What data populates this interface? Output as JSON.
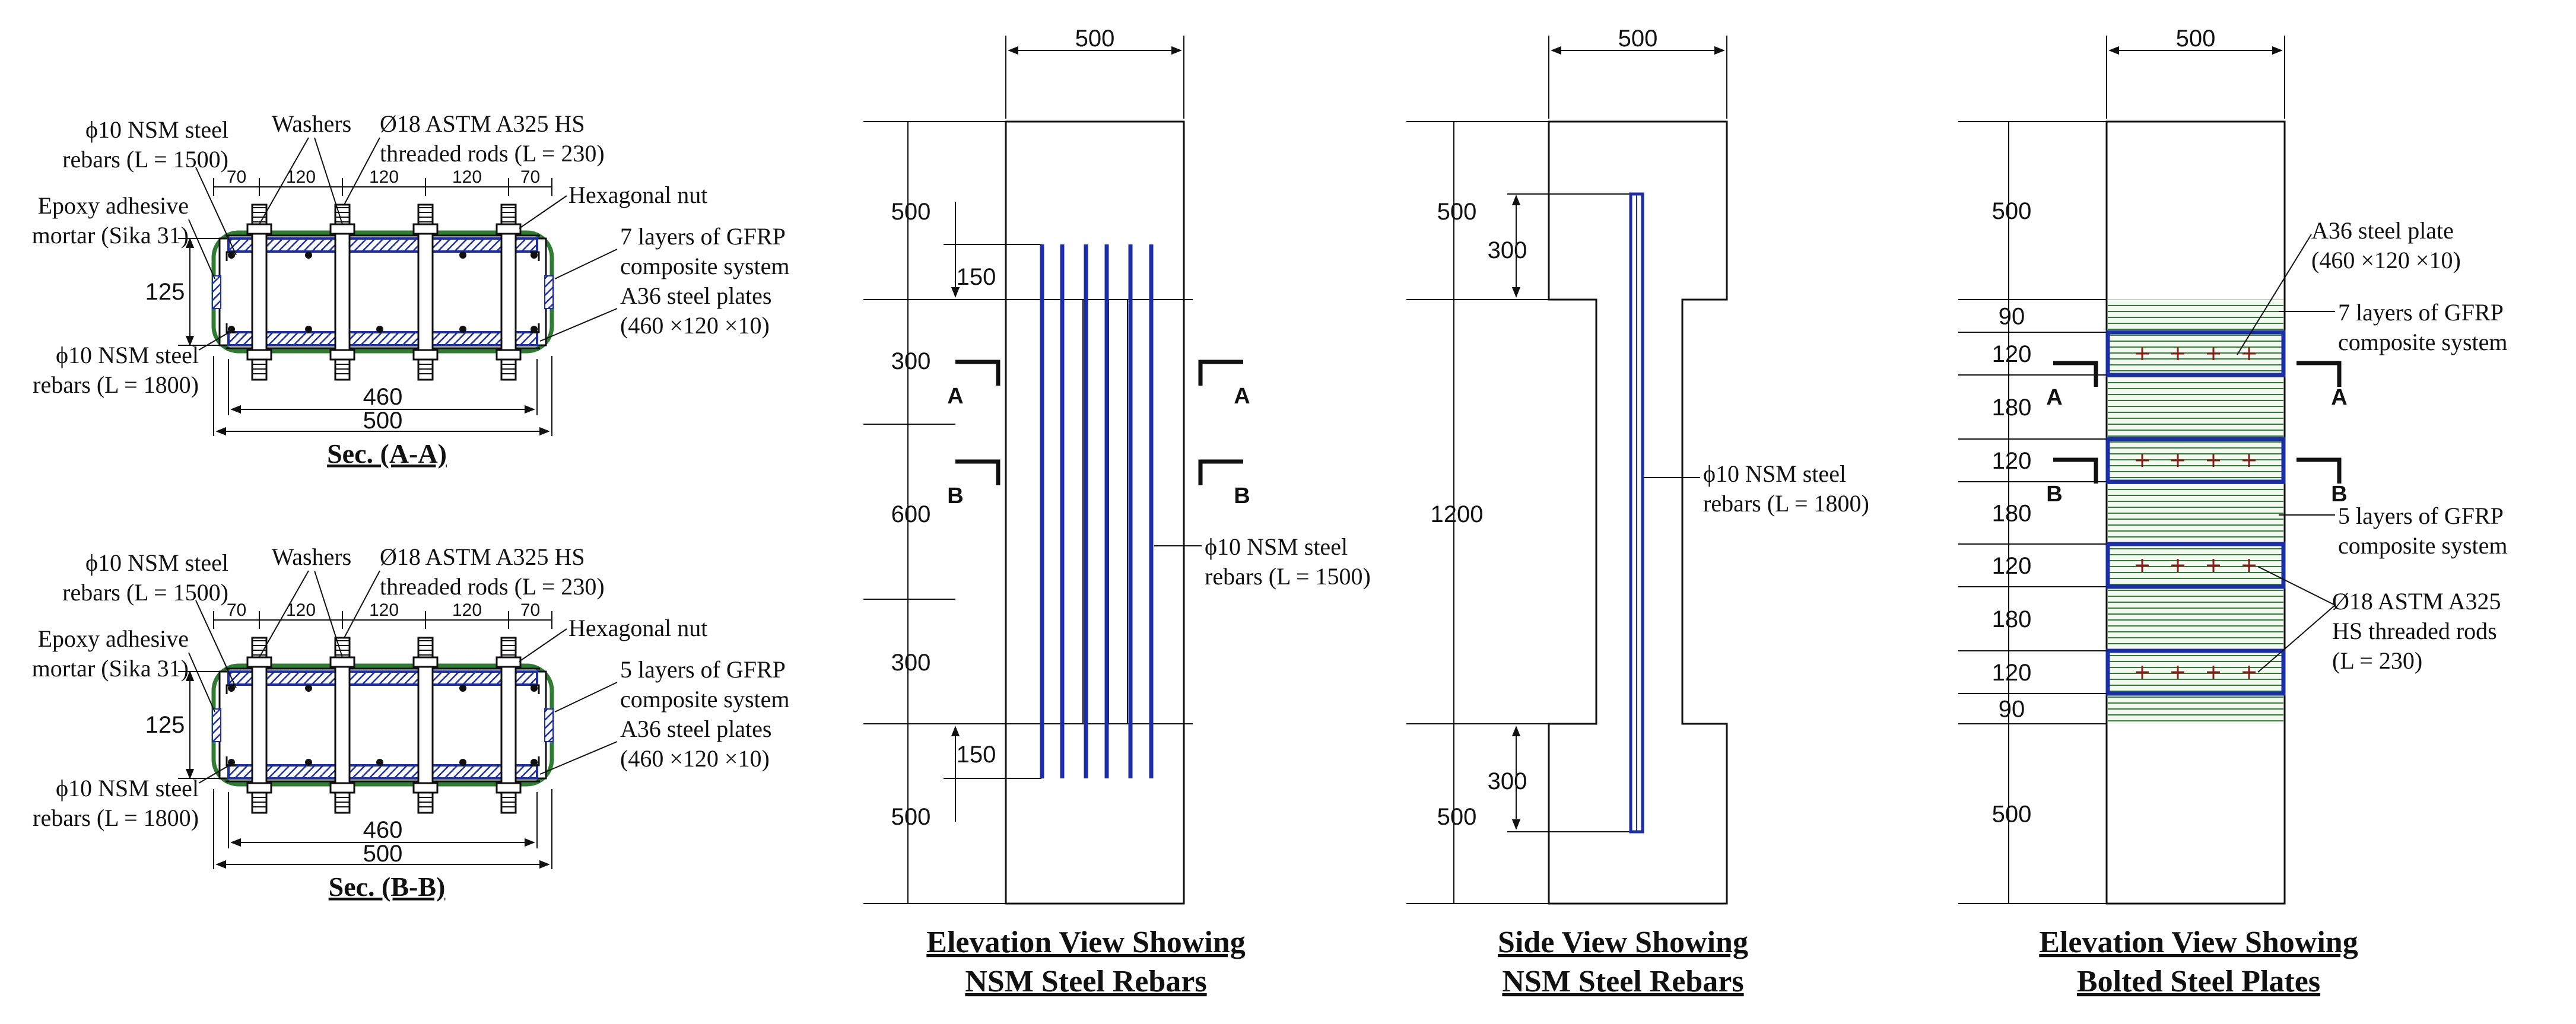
{
  "section_aa": {
    "title": "Sec. (A-A)",
    "labels": {
      "nsm_top": "ϕ10 NSM steel\nrebars (L = 1500)",
      "washers": "Washers",
      "rods": "Ø18 ASTM A325 HS\nthreaded rods (L = 230)",
      "epoxy": "Epoxy adhesive\nmortar (Sika 31)",
      "nut": "Hexagonal nut",
      "gfrp": "7 layers of GFRP\ncomposite system",
      "plates": "A36 steel plates\n(460 ×120 ×10)",
      "nsm_bottom": "ϕ10 NSM steel\nrebars (L = 1800)"
    },
    "dims": {
      "spacing": [
        "70",
        "120",
        "120",
        "120",
        "70"
      ],
      "height": "125",
      "plate": "460",
      "width": "500"
    }
  },
  "section_bb": {
    "title": "Sec. (B-B)",
    "labels": {
      "nsm_top": "ϕ10 NSM steel\nrebars (L = 1500)",
      "washers": "Washers",
      "rods": "Ø18 ASTM A325 HS\nthreaded rods (L = 230)",
      "epoxy": "Epoxy adhesive\nmortar (Sika 31)",
      "nut": "Hexagonal nut",
      "gfrp": "5 layers of GFRP\ncomposite system",
      "plates": "A36 steel plates\n(460 ×120 ×10)",
      "nsm_bottom": "ϕ10 NSM steel\nrebars (L = 1800)"
    },
    "dims": {
      "spacing": [
        "70",
        "120",
        "120",
        "120",
        "70"
      ],
      "height": "125",
      "plate": "460",
      "width": "500"
    }
  },
  "elevation_nsm": {
    "title": "Elevation View Showing\nNSM Steel Rebars",
    "top_dim": "500",
    "left_dims": [
      "500",
      "300",
      "600",
      "300",
      "500"
    ],
    "inner_dims": [
      "150",
      "150"
    ],
    "cuts": [
      "A",
      "A",
      "B",
      "B"
    ],
    "label": "ϕ10 NSM steel\nrebars (L = 1500)"
  },
  "side_nsm": {
    "title": "Side View Showing\nNSM Steel Rebars",
    "top_dim": "500",
    "left_dims": [
      "500",
      "1200",
      "500"
    ],
    "inner_dims": [
      "300",
      "300"
    ],
    "label": "ϕ10 NSM steel\nrebars (L = 1800)"
  },
  "elevation_bolted": {
    "title": "Elevation View Showing\nBolted Steel Plates",
    "top_dim": "500",
    "left_dims": [
      "500",
      "90",
      "120",
      "180",
      "120",
      "180",
      "120",
      "180",
      "120",
      "90",
      "500"
    ],
    "cuts": [
      "A",
      "A",
      "B",
      "B"
    ],
    "labels": {
      "plate": "A36 steel plate\n(460 ×120 ×10)",
      "gfrp7": "7 layers of GFRP\ncomposite system",
      "gfrp5": "5 layers of GFRP\ncomposite system",
      "rods": "Ø18 ASTM A325\nHS threaded rods\n(L = 230)"
    }
  },
  "colors": {
    "rebar": "#1b2ea8",
    "gfrp": "#2e7d32",
    "line": "#111111"
  }
}
